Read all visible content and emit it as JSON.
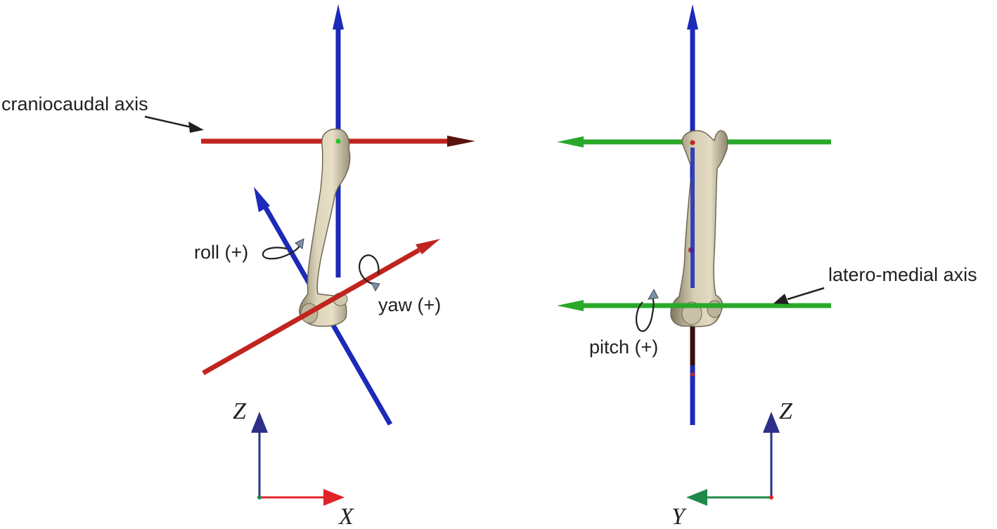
{
  "labels": {
    "craniocaudal": "craniocaudal axis",
    "roll": "roll (+)",
    "yaw": "yaw (+)",
    "latero_medial": "latero-medial axis",
    "pitch": "pitch (+)"
  },
  "left_frame": {
    "vertical": "Z",
    "horizontal": "X"
  },
  "right_frame": {
    "vertical": "Z",
    "horizontal": "Y"
  },
  "colors": {
    "x_axis": "#c0241f",
    "y_axis": "#2aa82a",
    "z_axis": "#1b2ab8",
    "frame_z": "#2e2f8a",
    "frame_x": "#e0242a",
    "frame_y": "#1e8a4a",
    "bone": "#d8d0b4",
    "bone_shadow": "#8e8670",
    "text": "#231f20"
  }
}
